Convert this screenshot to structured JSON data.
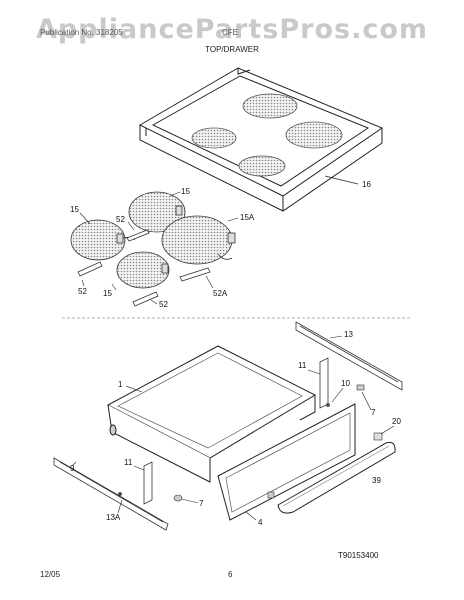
{
  "watermark": "AppliancePartsPros.com",
  "header": {
    "left": "Publication No. 318205",
    "right": "CFE"
  },
  "section_title": "TOP/DRAWER",
  "diagram_code": "T90153400",
  "footer": {
    "date": "12/05",
    "page": "6"
  },
  "parts": {
    "p16": "16",
    "p15a": "15",
    "p15b": "15",
    "p15c": "15",
    "p15A": "15A",
    "p52a": "52",
    "p52b": "52",
    "p52c": "52",
    "p52A": "52A",
    "p13": "13",
    "p11a": "11",
    "p10": "10",
    "p7a": "7",
    "p20": "20",
    "p1": "1",
    "p39": "39",
    "p9": "9",
    "p11b": "11",
    "p7b": "7",
    "p13A": "13A",
    "p4": "4"
  }
}
